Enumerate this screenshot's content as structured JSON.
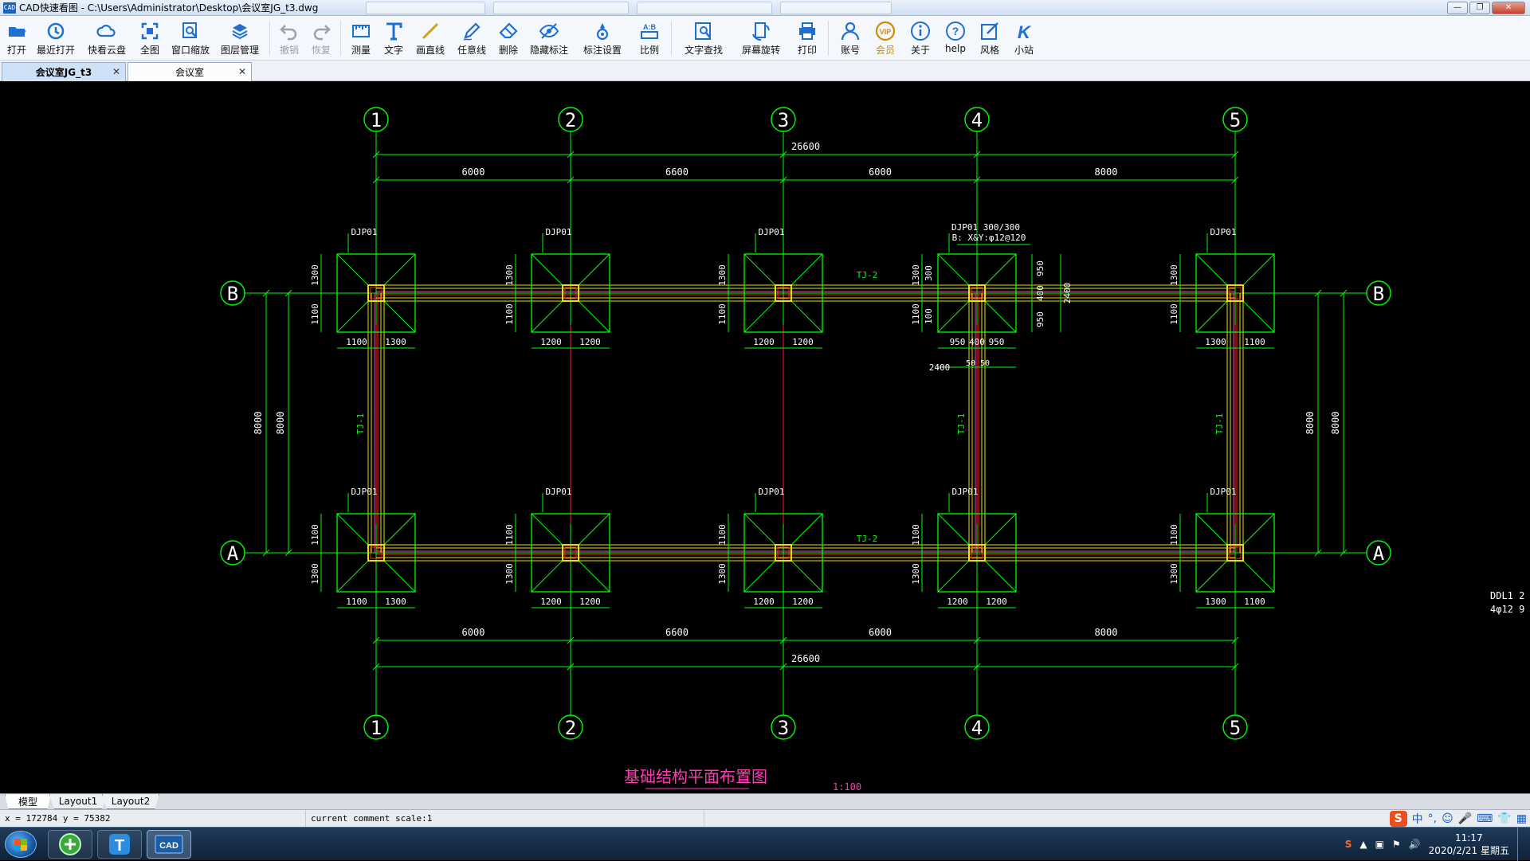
{
  "window": {
    "title": "CAD快速看图 - C:\\Users\\Administrator\\Desktop\\会议室JG_t3.dwg",
    "app_badge": "CAD",
    "controls": [
      "minimize-icon",
      "maximize-icon",
      "close-icon"
    ]
  },
  "toolbar": {
    "items": [
      {
        "label": "打开",
        "icon": "folder-open-icon",
        "color": "#1f6fd1"
      },
      {
        "label": "最近打开",
        "icon": "history-icon",
        "color": "#1f6fd1"
      },
      {
        "label": "快看云盘",
        "icon": "cloud-icon",
        "color": "#1f6fd1"
      },
      {
        "label": "全图",
        "icon": "fullview-icon",
        "color": "#1f6fd1"
      },
      {
        "label": "窗口缩放",
        "icon": "zoom-window-icon",
        "color": "#1f6fd1"
      },
      {
        "label": "图层管理",
        "icon": "layers-icon",
        "color": "#1f6fd1"
      },
      {
        "label": "撤销",
        "icon": "undo-icon",
        "color": "#9aa3ad"
      },
      {
        "label": "恢复",
        "icon": "redo-icon",
        "color": "#9aa3ad"
      },
      {
        "label": "测量",
        "icon": "measure-icon",
        "color": "#1f6fd1"
      },
      {
        "label": "文字",
        "icon": "text-icon",
        "color": "#1f6fd1"
      },
      {
        "label": "画直线",
        "icon": "line-icon",
        "color": "#d4a017"
      },
      {
        "label": "任意线",
        "icon": "pen-icon",
        "color": "#1f6fd1"
      },
      {
        "label": "删除",
        "icon": "eraser-icon",
        "color": "#1f6fd1"
      },
      {
        "label": "隐藏标注",
        "icon": "eye-hide-icon",
        "color": "#1f6fd1"
      },
      {
        "label": "标注设置",
        "icon": "annotation-settings-icon",
        "color": "#1f6fd1"
      },
      {
        "label": "比例",
        "icon": "scale-icon",
        "color": "#1f6fd1"
      },
      {
        "label": "文字查找",
        "icon": "text-search-icon",
        "color": "#1f6fd1"
      },
      {
        "label": "屏幕旋转",
        "icon": "rotate-screen-icon",
        "color": "#1f6fd1"
      },
      {
        "label": "打印",
        "icon": "printer-icon",
        "color": "#1f6fd1"
      },
      {
        "label": "账号",
        "icon": "user-icon",
        "color": "#1f6fd1"
      },
      {
        "label": "会员",
        "icon": "vip-icon",
        "color": "#d48a00"
      },
      {
        "label": "关于",
        "icon": "info-icon",
        "color": "#1f6fd1"
      },
      {
        "label": "help",
        "icon": "help-icon",
        "color": "#1f6fd1"
      },
      {
        "label": "风格",
        "icon": "style-icon",
        "color": "#1f6fd1"
      },
      {
        "label": "小站",
        "icon": "k-station-icon",
        "color": "#1f6fd1"
      }
    ]
  },
  "doc_tabs": [
    {
      "label": "会议室JG_t3",
      "active": true
    },
    {
      "label": "会议室",
      "active": false
    }
  ],
  "drawing": {
    "title": "基础结构平面布置图",
    "scale_text": "1:100",
    "axes_numbers": [
      "1",
      "2",
      "3",
      "4",
      "5"
    ],
    "axes_letters": [
      "A",
      "B"
    ],
    "spans": [
      "6000",
      "6600",
      "6000",
      "8000"
    ],
    "total": "26600",
    "bay": "8000",
    "footing_label": "DJP01",
    "footing4_note1": "DJP01 300/300",
    "footing4_note2": "B: X&Y:φ12@120",
    "beam_label_h": "TJ-2",
    "beam_label_v": "TJ-1",
    "dims": {
      "d1100": "1100",
      "d1300": "1300",
      "d1200": "1200",
      "d950": "950",
      "d400": "400",
      "d2400": "2400",
      "d50": "50",
      "d300": "300",
      "d100": "100"
    },
    "legend_line1": "DDL1  2",
    "legend_line2": "4φ12  9",
    "colors": {
      "grid": "#ffffff",
      "green": "#00ff00",
      "red": "#ff2020",
      "yellow": "#e8e000",
      "magenta": "#ff3cb4"
    }
  },
  "layout_tabs": [
    "模型",
    "Layout1",
    "Layout2"
  ],
  "status": {
    "coords": "x = 172784  y = 75382",
    "scale": "current comment scale:1"
  },
  "ime": {
    "badge": "S",
    "lang": "中"
  },
  "taskbar": {
    "apps": [
      "browser-icon",
      "t-app-icon",
      "cad-app-icon"
    ],
    "cad_badge": "CAD",
    "time": "11:17",
    "date": "2020/2/21 星期五"
  }
}
